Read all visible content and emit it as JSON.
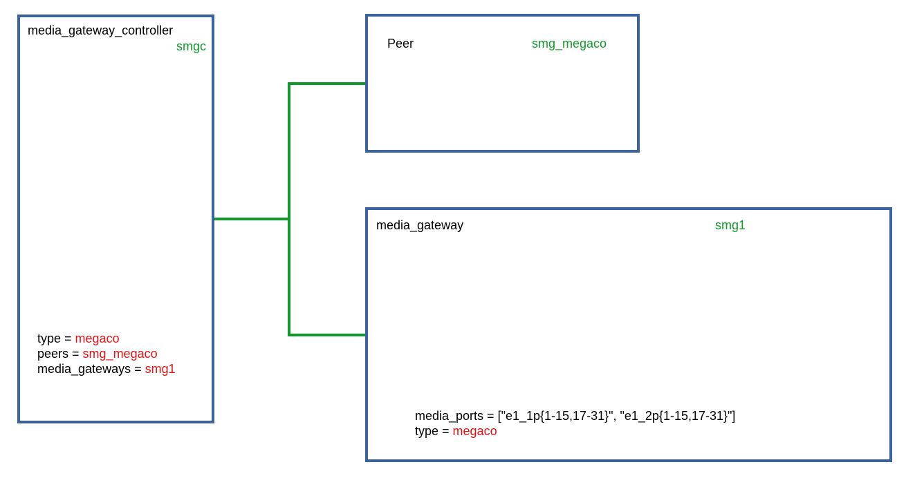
{
  "colors": {
    "box_border": "#3a63a0",
    "connector": "#119a2a",
    "identifier_text": "#119a2a",
    "value_text": "#e01414"
  },
  "controller": {
    "type_name": "media_gateway_controller",
    "id": "smgc",
    "props": [
      {
        "key": "type",
        "sep": " = ",
        "value": "megaco"
      },
      {
        "key": "peers",
        "sep": " = ",
        "value": "smg_megaco"
      },
      {
        "key": "media_gateways",
        "sep": " = ",
        "value": "smg1"
      }
    ]
  },
  "peer": {
    "type_name": "Peer",
    "id": "smg_megaco"
  },
  "gateway": {
    "type_name": "media_gateway",
    "id": "smg1",
    "props": [
      {
        "key": "media_ports = [\"e1_1p{1-15,17-31}\", \"e1_2p{1-15,17-31}\"]"
      },
      {
        "key": "type",
        "sep": " = ",
        "value": "megaco"
      }
    ]
  }
}
